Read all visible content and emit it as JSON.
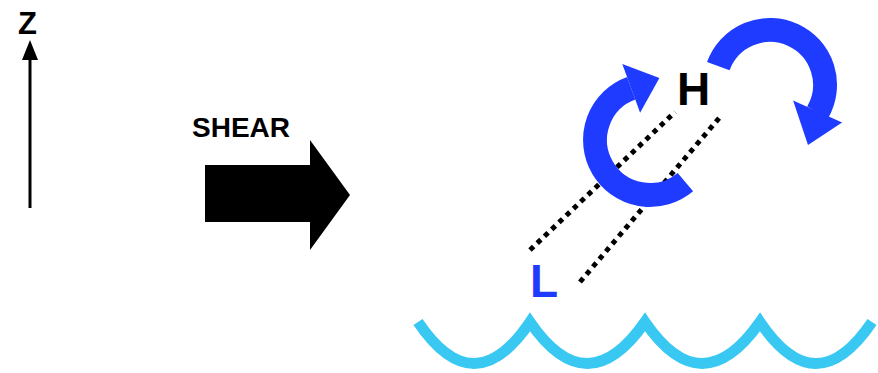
{
  "diagram": {
    "labels": [
      "Z",
      "SHEAR",
      "H",
      "L"
    ]
  }
}
